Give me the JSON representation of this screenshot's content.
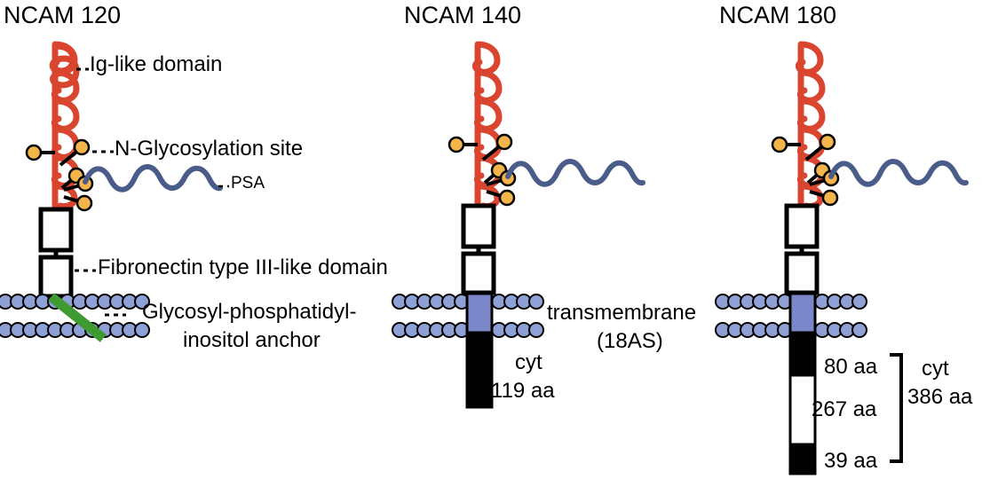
{
  "figure": {
    "type": "scientific-diagram",
    "subject": "NCAM isoforms membrane topology"
  },
  "panels": [
    {
      "id": "ncam120",
      "title": "NCAM 120",
      "membrane_anchor": "gpi",
      "ig_domains": 5,
      "fn3_domains": 2,
      "psa": true
    },
    {
      "id": "ncam140",
      "title": "NCAM 140",
      "membrane_anchor": "transmembrane",
      "ig_domains": 5,
      "fn3_domains": 2,
      "psa": true
    },
    {
      "id": "ncam180",
      "title": "NCAM 180",
      "membrane_anchor": "transmembrane",
      "ig_domains": 5,
      "fn3_domains": 2,
      "psa": true
    }
  ],
  "labels": {
    "ig_like_domain": "Ig-like domain",
    "n_glycosylation_site": "N-Glycosylation site",
    "psa": "PSA",
    "fibronectin": "Fibronectin type III-like domain",
    "gpi_anchor_line1": "Glycosyl-phosphatidyl-",
    "gpi_anchor_line2": "inositol anchor",
    "transmembrane_line1": "transmembrane",
    "transmembrane_line2": "(18AS)",
    "cyt_140_line1": "cyt",
    "cyt_140_line2": "119 aa",
    "cyt_180_seg1": "80 aa",
    "cyt_180_seg2": "267 aa",
    "cyt_180_seg3": "39 aa",
    "cyt_180_total_line1": "cyt",
    "cyt_180_total_line2": "386 aa"
  },
  "colors": {
    "ig_coil": "#D9452F",
    "glyco_circle": "#F3B44A",
    "psa_wave": "#4A5D8A",
    "membrane_head": "#8FA0D6",
    "transmembrane_block": "#7B87C8",
    "cyt_black": "#000000",
    "gpi_anchor": "#3E9B31",
    "outline": "#000000",
    "background": "#FFFFFF"
  }
}
